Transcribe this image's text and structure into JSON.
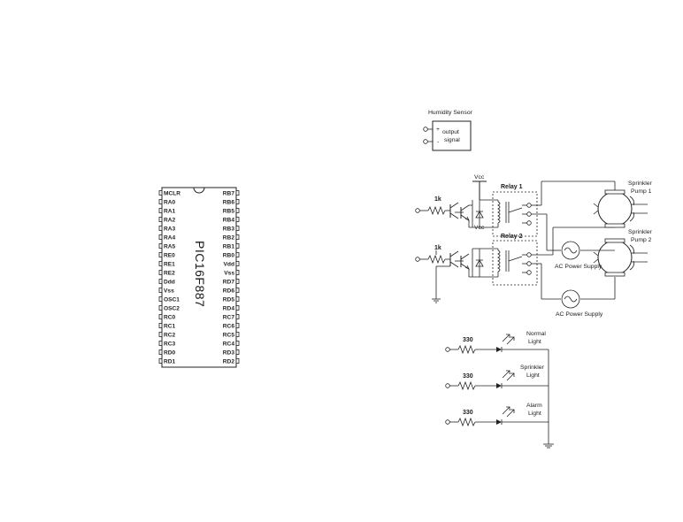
{
  "mcu": {
    "part_number": "PIC16F887",
    "left_pins": [
      "MCLR",
      "RA0",
      "RA1",
      "RA2",
      "RA3",
      "RA4",
      "RA5",
      "RE0",
      "RE1",
      "RE2",
      "Ddd",
      "Vss",
      "OSC1",
      "OSC2",
      "RC0",
      "RC1",
      "RC2",
      "RC3",
      "RD0",
      "RD1"
    ],
    "right_pins": [
      "RB7",
      "RB6",
      "RB5",
      "RB4",
      "RB3",
      "RB2",
      "RB1",
      "RB0",
      "Vdd",
      "Vss",
      "RD7",
      "RD6",
      "RD5",
      "RD4",
      "RC7",
      "RC6",
      "RC5",
      "RC4",
      "RD3",
      "RD2"
    ]
  },
  "humidity_sensor": {
    "title": "Humidity Sensor",
    "plus": "+",
    "minus": "-",
    "line1": "output",
    "line2": "signal"
  },
  "relay_circuit": {
    "vcc_top": "Vcc",
    "vcc_mid": "Vcc",
    "r1": "1k",
    "r2": "1k",
    "relay1": "Relay 1",
    "relay2": "Relay 2",
    "pump1_line1": "Sprinkler",
    "pump1_line2": "Pump 1",
    "pump2_line1": "Sprinkler",
    "pump2_line2": "Pump 2",
    "ac1": "AC Power Supply",
    "ac2": "AC Power Supply"
  },
  "indicators": [
    {
      "resistor": "330",
      "line1": "Normal",
      "line2": "Light"
    },
    {
      "resistor": "330",
      "line1": "Sprinkler",
      "line2": "Light"
    },
    {
      "resistor": "330",
      "line1": "Alarm",
      "line2": "Light"
    }
  ]
}
